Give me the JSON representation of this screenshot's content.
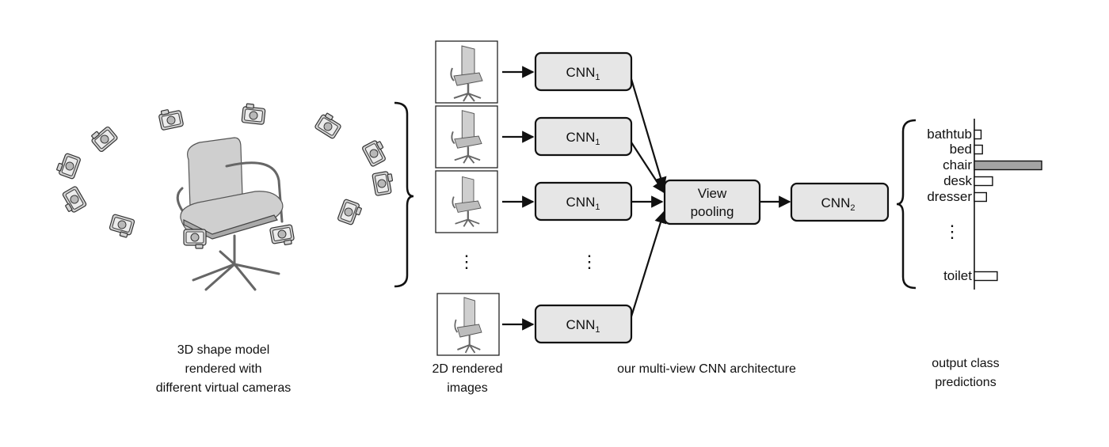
{
  "captions": {
    "left": [
      "3D shape model",
      "rendered with",
      "different virtual cameras"
    ],
    "rendered": [
      "2D rendered",
      "images"
    ],
    "architecture": "our multi-view CNN architecture",
    "output": [
      "output class",
      "predictions"
    ]
  },
  "cnn1": {
    "base": "CNN",
    "sub": "1"
  },
  "cnn2": {
    "base": "CNN",
    "sub": "2"
  },
  "view_pooling": [
    "View",
    "pooling"
  ],
  "ellipsis": "⋮",
  "classes": [
    {
      "label": "bathtub",
      "score": 0.1
    },
    {
      "label": "bed",
      "score": 0.12
    },
    {
      "label": "chair",
      "score": 1.0
    },
    {
      "label": "desk",
      "score": 0.27
    },
    {
      "label": "dresser",
      "score": 0.18
    },
    {
      "label": "toilet",
      "score": 0.34
    }
  ],
  "colors": {
    "box_fill": "#e6e6e6",
    "highlight_bar": "#a3a3a3",
    "line": "#111111"
  }
}
